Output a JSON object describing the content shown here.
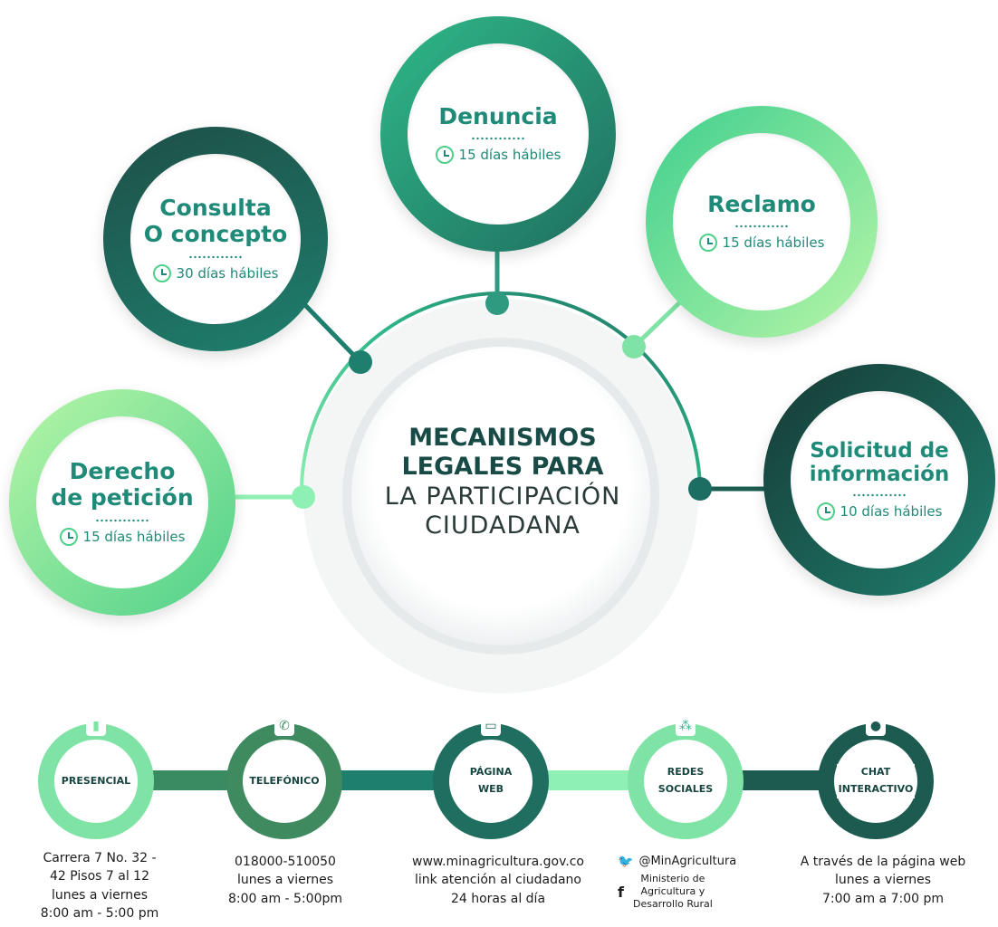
{
  "center": {
    "line1": "MECANISMOS",
    "line2": "LEGALES PARA",
    "line3": "LA PARTICIPACIÓN",
    "line4": "CIUDADANA"
  },
  "mechanisms": {
    "denuncia": {
      "title": "Denuncia",
      "days": "15 días hábiles"
    },
    "consulta": {
      "title1": "Consulta",
      "title2": "O concepto",
      "days": "30 días hábiles"
    },
    "reclamo": {
      "title": "Reclamo",
      "days": "15 días hábiles"
    },
    "derecho": {
      "title1": "Derecho",
      "title2": "de petición",
      "days": "15 días hábiles"
    },
    "solicitud": {
      "title1": "Solicitud de",
      "title2": "información",
      "days": "10 días hábiles"
    }
  },
  "channels": {
    "presencial": {
      "label": "PRESENCIAL",
      "line1": "Carrera 7 No. 32 -",
      "line2": "42 Pisos 7 al 12",
      "line3": "lunes a viernes",
      "line4": "8:00 am - 5:00 pm"
    },
    "telefonico": {
      "label": "TELEFÓNICO",
      "line1": "018000-510050",
      "line2": "lunes a viernes",
      "line3": "8:00 am - 5:00pm"
    },
    "web": {
      "label1": "PÁGINA",
      "label2": "WEB",
      "line1": "www.minagricultura.gov.co",
      "line2": "link atención al ciudadano",
      "line3": "24 horas al día"
    },
    "redes": {
      "label1": "REDES",
      "label2": "SOCIALES",
      "twitter": "@MinAgricultura",
      "fb1": "Ministerio de",
      "fb2": "Agricultura y",
      "fb3": "Desarrollo Rural"
    },
    "chat": {
      "label1": "CHAT",
      "label2": "INTERACTIVO",
      "line1": "A través de la página web",
      "line2": "lunes a viernes",
      "line3": "7:00 am a 7:00 pm"
    }
  },
  "icons": {
    "presencial": "building-icon",
    "telefonico": "phone-icon",
    "web": "monitor-icon",
    "redes": "network-icon",
    "chat": "chat-bubble-icon",
    "twitter": "twitter-icon",
    "facebook": "facebook-icon",
    "clock": "clock-icon"
  },
  "colors": {
    "dark_teal": "#1d5a50",
    "teal": "#1f8a78",
    "mid_green": "#2fb888",
    "light_green": "#7fe3a6",
    "text_teal": "#1f8a78"
  }
}
